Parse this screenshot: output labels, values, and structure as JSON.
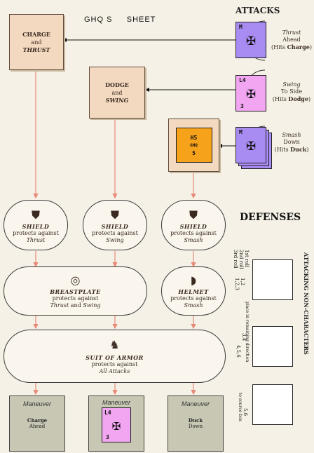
{
  "header": {
    "title": "GHQ S     SHEET",
    "attacks": "ATTACKS",
    "defenses": "DEFENSES"
  },
  "combos": [
    {
      "line1": "CHARGE",
      "line2": "and",
      "line3": "THRUST"
    },
    {
      "line1": "DODGE",
      "line2": "and",
      "line3": "SWING"
    }
  ],
  "attacks": [
    {
      "verb": "Thrust",
      "direction": "Ahead",
      "hits": "(Hits ",
      "hits_bold": "Charge",
      "hits_end": ")",
      "counter": "M"
    },
    {
      "verb": "Swing",
      "direction": "To Side",
      "hits": "(Hits ",
      "hits_bold": "Dodge",
      "hits_end": ")",
      "counter": "L4",
      "counter_bottom": "3"
    },
    {
      "verb": "Smash",
      "direction": "Down",
      "hits": "(Hits ",
      "hits_bold": "Duck",
      "hits_end": ")",
      "counter": "M"
    }
  ],
  "ghq_counter": {
    "top": "H5",
    "mid": "GHQ",
    "bottom": "5"
  },
  "shields": [
    {
      "title": "SHIELD",
      "protects": "protects against",
      "attack": "Thrust"
    },
    {
      "title": "SHIELD",
      "protects": "protects against",
      "attack": "Swing"
    },
    {
      "title": "SHIELD",
      "protects": "protects against",
      "attack": "Smash"
    }
  ],
  "breastplate": {
    "title": "BREASTPLATE",
    "protects": "protects against",
    "attack": "Thrust",
    "and": "and",
    "attack2": "Swing"
  },
  "helmet": {
    "title": "HELMET",
    "protects": "protects against",
    "attack": "Smash"
  },
  "suit": {
    "title": "SUIT OF ARMOR",
    "protects": "protects against",
    "attack": "All Attacks"
  },
  "maneuvers": [
    {
      "heading": "Maneuver",
      "line1": "Charge",
      "line2": "Ahead"
    },
    {
      "heading": "Maneuver",
      "counter": "L4",
      "counter_bottom": "3"
    },
    {
      "heading": "Maneuver",
      "line1": "Duck",
      "line2": "Down"
    }
  ],
  "side_table": {
    "heading": "ATTACKING NON-CHARACTERS",
    "rows": [
      "1st roll",
      "2nd roll",
      "3rd roll"
    ],
    "col1": "1,2",
    "col1b": "1,2,3",
    "col2": "3,4",
    "col2b": "4,5,6",
    "col3": "5,6",
    "note": "place in remaining direction",
    "note2": "to source box"
  },
  "colors": {
    "bg": "#f5f1e6",
    "box": "#f3d9c0",
    "arrow": "#e88a78",
    "purple": "#a98cf2",
    "pink": "#f2a6f2",
    "orange": "#f7a21b"
  }
}
